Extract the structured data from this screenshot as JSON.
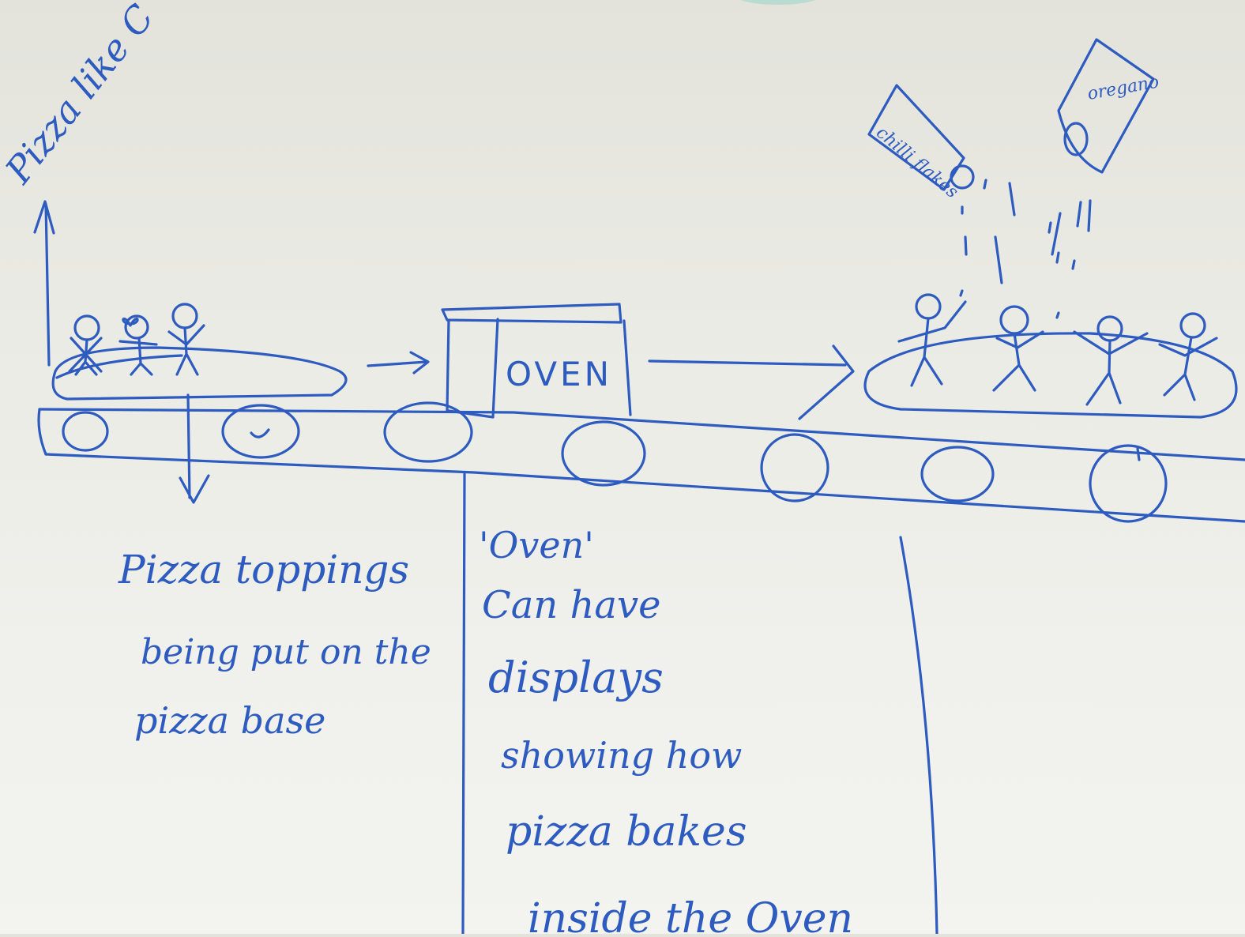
{
  "notes": {
    "diagonal": "Pizza like C",
    "toppings_1": "Pizza toppings",
    "toppings_2": "being put on the",
    "toppings_3": "pizza base",
    "oven_label": "OVEN",
    "oven_note_1": "'Oven'",
    "oven_note_2": "Can have",
    "oven_note_3": "displays",
    "oven_note_4": "showing how",
    "oven_note_5": "pizza bakes",
    "oven_note_6": "inside the Oven",
    "shaker_left": "chilli flakes",
    "shaker_right": "oregano"
  },
  "colors": {
    "ink": "#2d5bbf",
    "board": "#eeeee8",
    "teal_smudge": "#9fd6c8"
  }
}
